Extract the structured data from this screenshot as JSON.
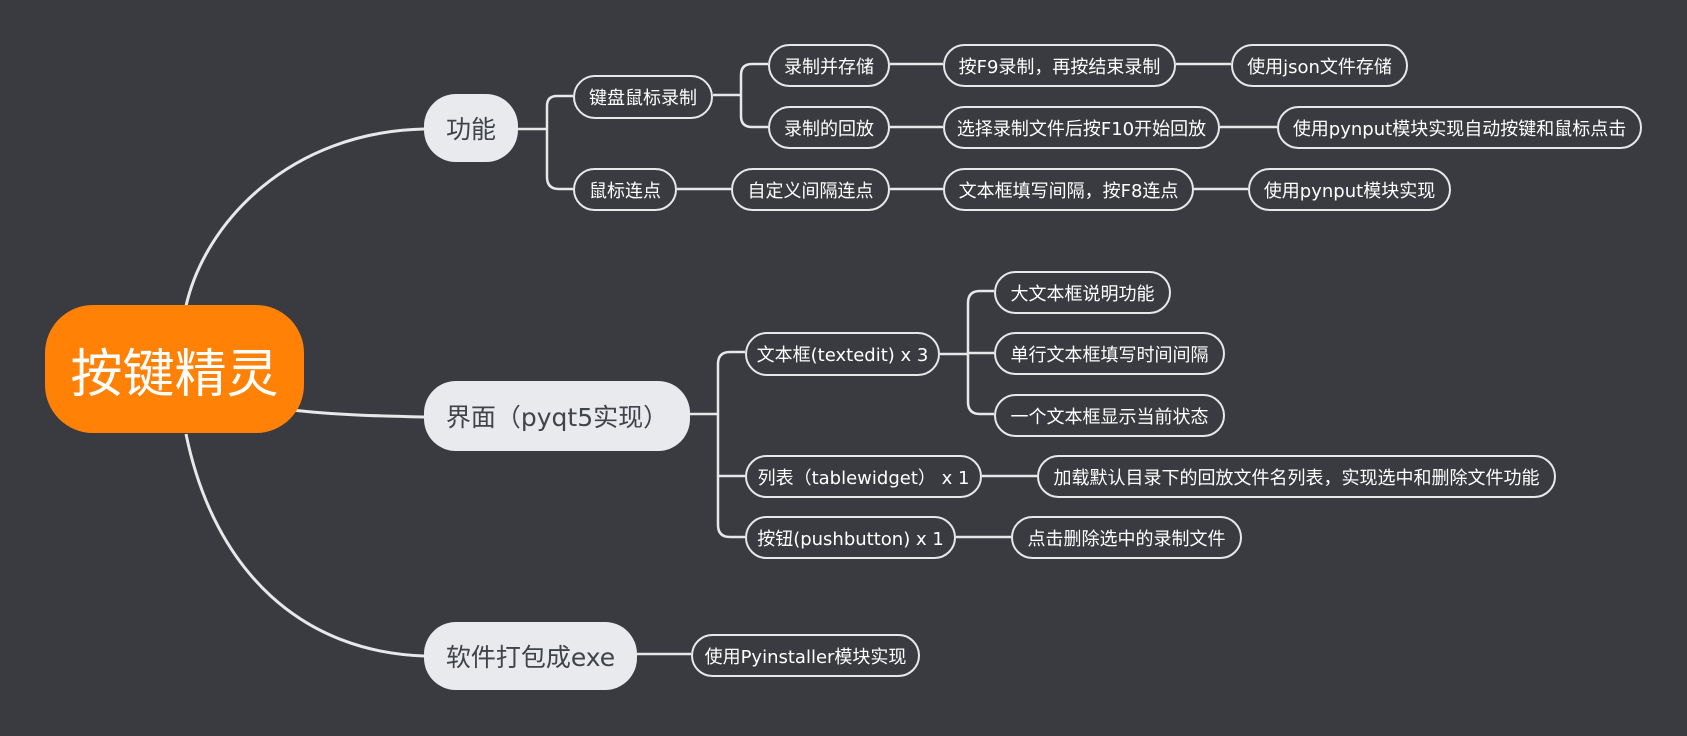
{
  "colors": {
    "background": "#393b40",
    "root": "#ff8106",
    "main_topic": "#e9eaed",
    "line": "#e8e8ea"
  },
  "root": {
    "label": "按键精灵"
  },
  "topics": {
    "features": {
      "label": "功能",
      "keyboard_mouse_record": {
        "label": "键盘鼠标录制",
        "record_and_save": {
          "label": "录制并存储",
          "detail": "按F9录制，再按结束录制",
          "note": "使用json文件存储"
        },
        "playback": {
          "label": "录制的回放",
          "detail": "选择录制文件后按F10开始回放",
          "note": "使用pynput模块实现自动按键和鼠标点击"
        }
      },
      "mouse_autoclick": {
        "label": "鼠标连点",
        "custom_interval": {
          "label": "自定义间隔连点",
          "detail": "文本框填写间隔，按F8连点",
          "note": "使用pynput模块实现"
        }
      }
    },
    "ui": {
      "label": "界面（pyqt5实现）",
      "textedit": {
        "label": "文本框(textedit) x 3",
        "items": [
          "大文本框说明功能",
          "单行文本框填写时间间隔",
          "一个文本框显示当前状态"
        ]
      },
      "tablewidget": {
        "label": "列表（tablewidget） x 1",
        "detail": "加载默认目录下的回放文件名列表，实现选中和删除文件功能"
      },
      "pushbutton": {
        "label": "按钮(pushbutton) x 1",
        "detail": "点击删除选中的录制文件"
      }
    },
    "packaging": {
      "label": "软件打包成exe",
      "detail": "使用Pyinstaller模块实现"
    }
  }
}
